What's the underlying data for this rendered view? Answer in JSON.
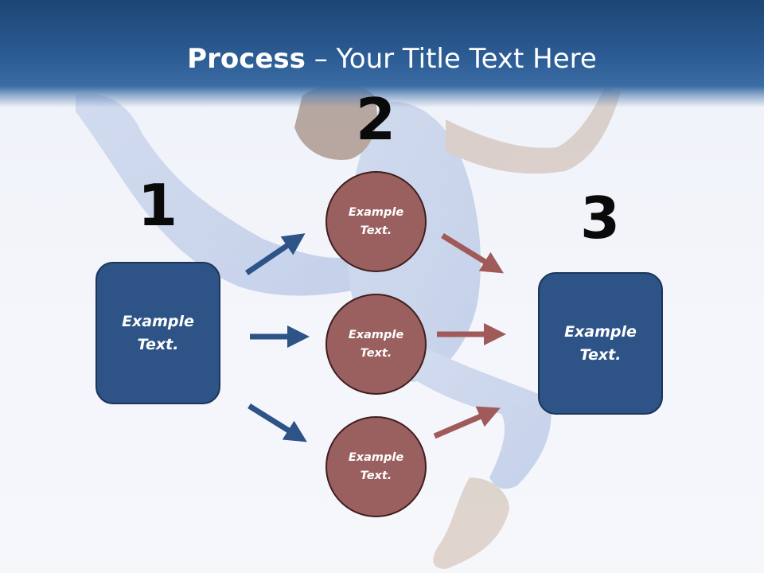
{
  "title": {
    "strong": "Process",
    "separator": " – ",
    "rest": "Your Title Text Here"
  },
  "steps": {
    "one": {
      "number": "1",
      "text": "Example\nText."
    },
    "two": {
      "number": "2"
    },
    "three": {
      "number": "3",
      "text": "Example\nText."
    }
  },
  "circles": [
    {
      "text": "Example\nText."
    },
    {
      "text": "Example\nText."
    },
    {
      "text": "Example\nText."
    }
  ],
  "colors": {
    "header": "#2c5d95",
    "box": "#2d5387",
    "circle": "#9a6060",
    "arrow_left": "#2d5387",
    "arrow_right": "#a05a5a"
  }
}
